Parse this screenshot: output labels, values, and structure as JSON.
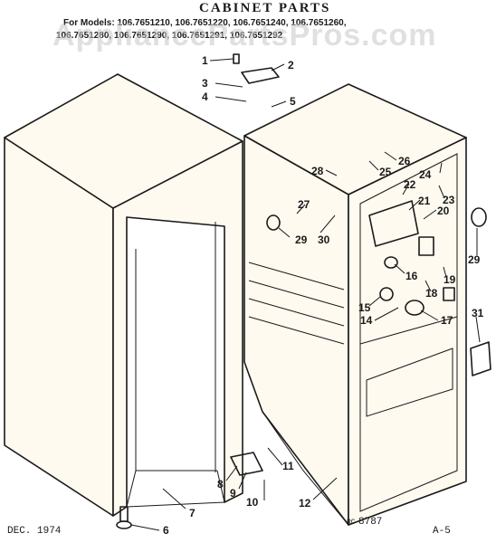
{
  "title": "CABINET PARTS",
  "models_line1": "For Models: 106.7651210, 106.7651220, 106.7651240, 106.7651260,",
  "models_line2": "106.7651280, 106.7651290, 106.7651291, 106.7651292",
  "watermark": "AppliancePartsPros.com",
  "date": "DEC. 1974",
  "code_prefix": "RC",
  "code": "8787",
  "page": "A-5",
  "callouts": {
    "c1": "1",
    "c2": "2",
    "c3": "3",
    "c4": "4",
    "c5": "5",
    "c6": "6",
    "c7": "7",
    "c8": "8",
    "c9": "9",
    "c10": "10",
    "c11": "11",
    "c12": "12",
    "c14": "14",
    "c15": "15",
    "c16": "16",
    "c17": "17",
    "c18": "18",
    "c19": "19",
    "c20": "20",
    "c21": "21",
    "c22": "22",
    "c23": "23",
    "c24": "24",
    "c25": "25",
    "c26": "26",
    "c27": "27",
    "c28": "28",
    "c29a": "29",
    "c29b": "29",
    "c30": "30",
    "c31": "31"
  }
}
